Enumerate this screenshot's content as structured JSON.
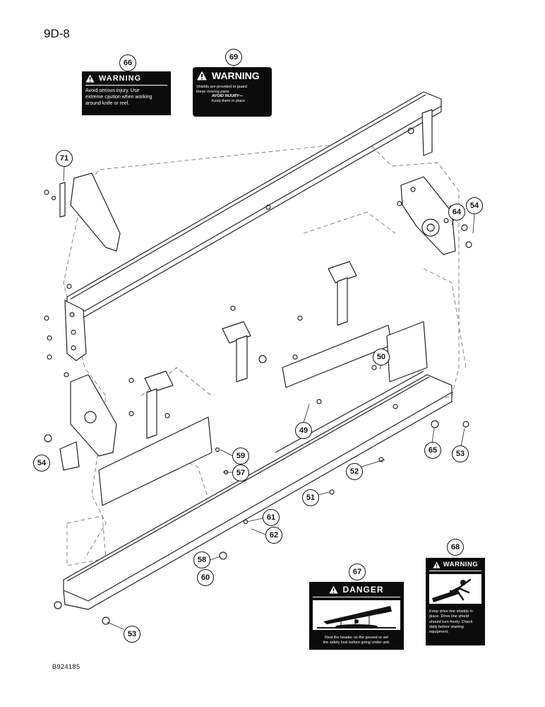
{
  "page": {
    "number": "9D-8",
    "code": "B924185"
  },
  "callouts": [
    {
      "id": "c66",
      "label": "66"
    },
    {
      "id": "c69",
      "label": "69"
    },
    {
      "id": "c71",
      "label": "71"
    },
    {
      "id": "c64",
      "label": "64"
    },
    {
      "id": "c54a",
      "label": "54"
    },
    {
      "id": "c50",
      "label": "50"
    },
    {
      "id": "c49",
      "label": "49"
    },
    {
      "id": "c65",
      "label": "65"
    },
    {
      "id": "c53a",
      "label": "53"
    },
    {
      "id": "c59",
      "label": "59"
    },
    {
      "id": "c57",
      "label": "57"
    },
    {
      "id": "c52",
      "label": "52"
    },
    {
      "id": "c54b",
      "label": "54"
    },
    {
      "id": "c51",
      "label": "51"
    },
    {
      "id": "c61",
      "label": "61"
    },
    {
      "id": "c62",
      "label": "62"
    },
    {
      "id": "c58",
      "label": "58"
    },
    {
      "id": "c60",
      "label": "60"
    },
    {
      "id": "c68",
      "label": "68"
    },
    {
      "id": "c67",
      "label": "67"
    },
    {
      "id": "c53b",
      "label": "53"
    }
  ],
  "decals": {
    "d66": {
      "title": "WARNING",
      "line1": "Avoid serious injury. Use",
      "line2": "extreme caution when working",
      "line3": "around knife or reel."
    },
    "d69": {
      "title": "WARNING",
      "line1": "Shields are provided to guard",
      "line2": "these moving parts",
      "line3": "AVOID INJURY—",
      "line4": "Keep them in place"
    },
    "d67": {
      "title": "DANGER",
      "line1": "Rest the header on the ground or set",
      "line2": "the safety lock before going under unit."
    },
    "d68": {
      "title": "WARNING",
      "line1": "Keep drive line shields in",
      "line2": "place. Drive line shield",
      "line3": "should turn freely. Check",
      "line4": "daily before starting",
      "line5": "equipment."
    }
  }
}
